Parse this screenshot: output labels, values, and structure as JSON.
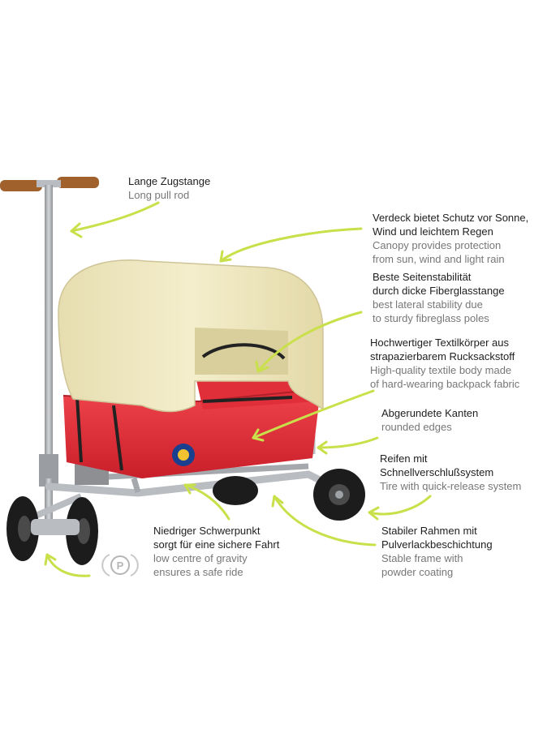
{
  "colors": {
    "arrow": "#c9e04a",
    "canopy": "#efe8c0",
    "body_red": "#e8303a",
    "frame": "#b9bcc0",
    "tire": "#1c1c1c",
    "handle": "#a0612d"
  },
  "parking_symbol": "P",
  "callouts": [
    {
      "id": "pull-rod",
      "de": [
        "Lange Zugstange"
      ],
      "en": [
        "Long pull rod"
      ]
    },
    {
      "id": "canopy",
      "de": [
        "Verdeck bietet Schutz vor Sonne,",
        "Wind und leichtem Regen"
      ],
      "en": [
        "Canopy provides protection",
        "from sun, wind and light rain"
      ]
    },
    {
      "id": "stability",
      "de": [
        "Beste Seitenstabilität",
        "durch dicke Fiberglasstange"
      ],
      "en": [
        "best lateral stability due",
        "to sturdy fibreglass poles"
      ]
    },
    {
      "id": "textile",
      "de": [
        "Hochwertiger Textilkörper aus",
        "strapazierbarem Rucksackstoff"
      ],
      "en": [
        "High-quality textile body made",
        "of hard-wearing backpack fabric"
      ]
    },
    {
      "id": "edges",
      "de": [
        "Abgerundete Kanten"
      ],
      "en": [
        "rounded edges"
      ]
    },
    {
      "id": "tires",
      "de": [
        "Reifen mit",
        "Schnellverschlußsystem"
      ],
      "en": [
        "Tire with quick-release system"
      ]
    },
    {
      "id": "frame",
      "de": [
        "Stabiler Rahmen mit",
        "Pulverlackbeschichtung"
      ],
      "en": [
        "Stable frame with",
        "powder coating"
      ]
    },
    {
      "id": "gravity",
      "de": [
        "Niedriger Schwerpunkt",
        "sorgt für eine sichere Fahrt"
      ],
      "en": [
        "low centre of gravity",
        "ensures a safe ride"
      ]
    }
  ]
}
